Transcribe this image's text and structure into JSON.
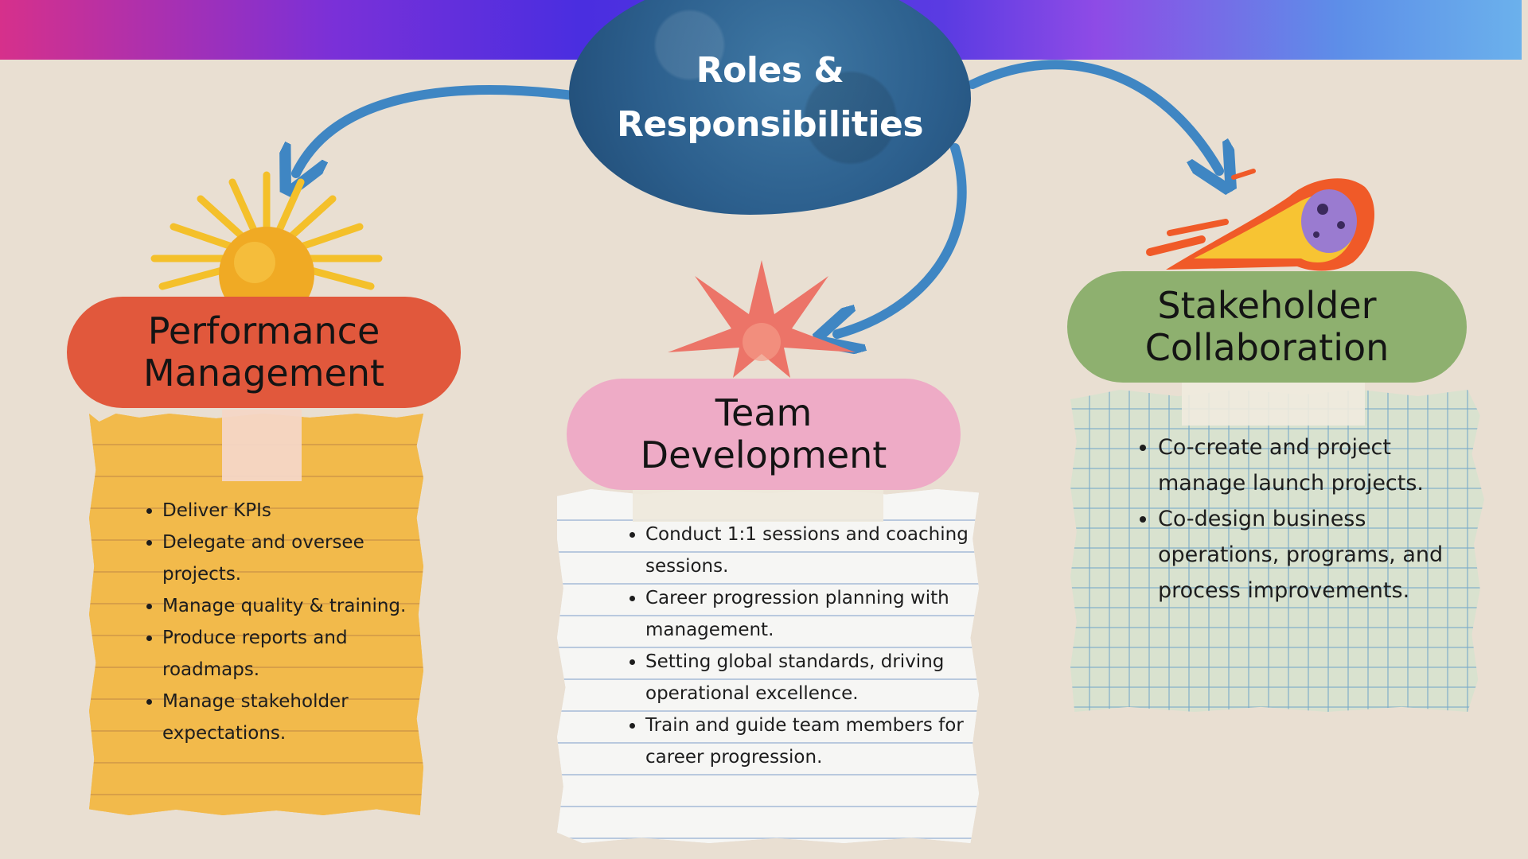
{
  "colors": {
    "background": "#e9dfd2",
    "header_gradient": [
      "#d6308b",
      "#4a2ee0",
      "#6bb1ec"
    ],
    "center_blob": "#2c5f8d",
    "arrows": "#3f86c3",
    "performance": "#e1583c",
    "team": "#eeabc6",
    "stakeholder": "#8eb06f"
  },
  "center": {
    "title_line1": "Roles &",
    "title_line2": "Responsibilities"
  },
  "sections": {
    "performance": {
      "title": "Performance\nManagement",
      "icon": "sun-icon",
      "items": [
        "Deliver KPIs",
        "Delegate and oversee projects.",
        "Manage quality & training.",
        "Produce reports and roadmaps.",
        "Manage stakeholder expectations."
      ]
    },
    "team": {
      "title": "Team\nDevelopment",
      "icon": "starburst-icon",
      "items": [
        "Conduct 1:1 sessions and coaching sessions.",
        "Career progression planning with management.",
        "Setting global standards, driving operational excellence.",
        "Train and guide team members for career progression."
      ]
    },
    "stakeholder": {
      "title": "Stakeholder\nCollaboration",
      "icon": "comet-icon",
      "items": [
        "Co-create and project manage launch projects.",
        "Co-design business operations, programs, and process improvements."
      ]
    }
  }
}
